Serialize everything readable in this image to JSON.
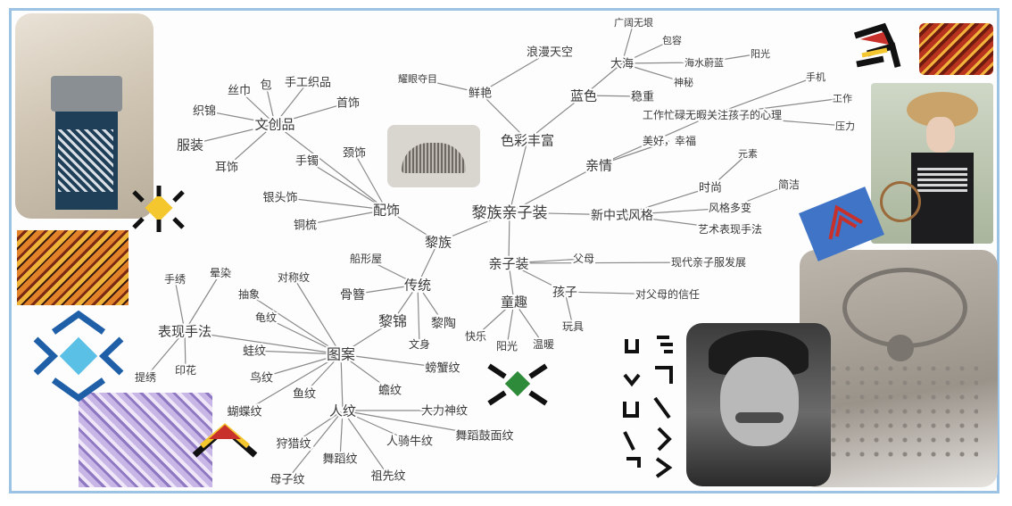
{
  "mindmap": {
    "nodes": [
      {
        "id": "root",
        "label": "黎族亲子装"
      },
      {
        "id": "wenchuang",
        "label": "文创品"
      },
      {
        "id": "zhijin",
        "label": "织锦"
      },
      {
        "id": "fuzhuang",
        "label": "服装"
      },
      {
        "id": "erzhi",
        "label": "耳饰"
      },
      {
        "id": "sijin",
        "label": "丝巾"
      },
      {
        "id": "bao",
        "label": "包"
      },
      {
        "id": "shougong",
        "label": "手工织品"
      },
      {
        "id": "shoushi",
        "label": "首饰"
      },
      {
        "id": "peishi",
        "label": "配饰"
      },
      {
        "id": "jingshi",
        "label": "颈饰"
      },
      {
        "id": "shouzhuo",
        "label": "手镯"
      },
      {
        "id": "yintoushi",
        "label": "银头饰"
      },
      {
        "id": "tongshu",
        "label": "铜梳"
      },
      {
        "id": "secai",
        "label": "色彩丰富"
      },
      {
        "id": "xianyan",
        "label": "鲜艳"
      },
      {
        "id": "yaoyan",
        "label": "耀眼夺目"
      },
      {
        "id": "langman",
        "label": "浪漫天空"
      },
      {
        "id": "lanse",
        "label": "蓝色"
      },
      {
        "id": "dahai",
        "label": "大海"
      },
      {
        "id": "guangkuo",
        "label": "广阔无垠"
      },
      {
        "id": "baorong",
        "label": "包容"
      },
      {
        "id": "shenmi",
        "label": "神秘"
      },
      {
        "id": "haishui",
        "label": "海水蔚蓝"
      },
      {
        "id": "yangguang",
        "label": "阳光"
      },
      {
        "id": "wenzhong",
        "label": "稳重"
      },
      {
        "id": "qinqing",
        "label": "亲情"
      },
      {
        "id": "gongzuo",
        "label": "工作忙碌无暇关注孩子的心理"
      },
      {
        "id": "shouji",
        "label": "手机"
      },
      {
        "id": "gongzuo2",
        "label": "工作"
      },
      {
        "id": "yali",
        "label": "压力"
      },
      {
        "id": "meihao",
        "label": "美好，幸福"
      },
      {
        "id": "xinzhongshi",
        "label": "新中式风格"
      },
      {
        "id": "shishang",
        "label": "时尚"
      },
      {
        "id": "yuansu",
        "label": "元素"
      },
      {
        "id": "fengge",
        "label": "风格多变"
      },
      {
        "id": "jianjie",
        "label": "简洁"
      },
      {
        "id": "yishu",
        "label": "艺术表现手法"
      },
      {
        "id": "xiandai",
        "label": "现代亲子服发展"
      },
      {
        "id": "qinzizhuang",
        "label": "亲子装"
      },
      {
        "id": "fumu",
        "label": "父母"
      },
      {
        "id": "haizi",
        "label": "孩子"
      },
      {
        "id": "xinren",
        "label": "对父母的信任"
      },
      {
        "id": "wanju",
        "label": "玩具"
      },
      {
        "id": "tongqu",
        "label": "童趣"
      },
      {
        "id": "kuaile",
        "label": "快乐"
      },
      {
        "id": "yangguang2",
        "label": "阳光"
      },
      {
        "id": "wennuan",
        "label": "温暖"
      },
      {
        "id": "lizu",
        "label": "黎族"
      },
      {
        "id": "chuantong",
        "label": "传统"
      },
      {
        "id": "chuanxingwu",
        "label": "船形屋"
      },
      {
        "id": "gushi",
        "label": "骨簪"
      },
      {
        "id": "lijin",
        "label": "黎锦"
      },
      {
        "id": "litao",
        "label": "黎陶"
      },
      {
        "id": "wenshen",
        "label": "文身"
      },
      {
        "id": "tuan",
        "label": "图案"
      },
      {
        "id": "biaoxian",
        "label": "表现手法"
      },
      {
        "id": "shouxiu",
        "label": "手绣"
      },
      {
        "id": "ranran",
        "label": "晕染"
      },
      {
        "id": "chouxiang",
        "label": "抽象"
      },
      {
        "id": "duihuawen",
        "label": "对称纹"
      },
      {
        "id": "tixiu",
        "label": "提绣"
      },
      {
        "id": "yinhua",
        "label": "印花"
      },
      {
        "id": "guiwen",
        "label": "龟纹"
      },
      {
        "id": "wawen",
        "label": "蛙纹"
      },
      {
        "id": "niaowen",
        "label": "鸟纹"
      },
      {
        "id": "yuwen",
        "label": "鱼纹"
      },
      {
        "id": "hudiewen",
        "label": "蝴蝶纹"
      },
      {
        "id": "renwen",
        "label": "人纹"
      },
      {
        "id": "chanwen",
        "label": "蟾纹"
      },
      {
        "id": "pangxiewen",
        "label": "螃蟹纹"
      },
      {
        "id": "dali",
        "label": "大力神纹"
      },
      {
        "id": "renqiniu",
        "label": "人骑牛纹"
      },
      {
        "id": "wudao",
        "label": "舞蹈鼓面纹"
      },
      {
        "id": "shouliewen",
        "label": "狩猎纹"
      },
      {
        "id": "wudaowen",
        "label": "舞蹈纹"
      },
      {
        "id": "zuxianwen",
        "label": "祖先纹"
      },
      {
        "id": "muzi",
        "label": "母子纹"
      }
    ],
    "edges": [
      [
        "root",
        "lizu"
      ],
      [
        "root",
        "secai"
      ],
      [
        "root",
        "qinqing"
      ],
      [
        "root",
        "xinzhongshi"
      ],
      [
        "root",
        "qinzizhuang"
      ],
      [
        "lizu",
        "peishi"
      ],
      [
        "lizu",
        "chuantong"
      ],
      [
        "peishi",
        "wenchuang"
      ],
      [
        "peishi",
        "jingshi"
      ],
      [
        "peishi",
        "shouzhuo"
      ],
      [
        "peishi",
        "yintoushi"
      ],
      [
        "peishi",
        "tongshu"
      ],
      [
        "wenchuang",
        "zhijin"
      ],
      [
        "wenchuang",
        "fuzhuang"
      ],
      [
        "wenchuang",
        "erzhi"
      ],
      [
        "wenchuang",
        "sijin"
      ],
      [
        "wenchuang",
        "bao"
      ],
      [
        "wenchuang",
        "shougong"
      ],
      [
        "wenchuang",
        "shoushi"
      ],
      [
        "secai",
        "xianyan"
      ],
      [
        "secai",
        "lanse"
      ],
      [
        "xianyan",
        "yaoyan"
      ],
      [
        "xianyan",
        "langman"
      ],
      [
        "lanse",
        "dahai"
      ],
      [
        "lanse",
        "wenzhong"
      ],
      [
        "dahai",
        "guangkuo"
      ],
      [
        "dahai",
        "baorong"
      ],
      [
        "dahai",
        "haishui"
      ],
      [
        "dahai",
        "shenmi"
      ],
      [
        "haishui",
        "yangguang"
      ],
      [
        "qinqing",
        "gongzuo"
      ],
      [
        "qinqing",
        "meihao"
      ],
      [
        "gongzuo",
        "shouji"
      ],
      [
        "gongzuo",
        "gongzuo2"
      ],
      [
        "gongzuo",
        "yali"
      ],
      [
        "xinzhongshi",
        "shishang"
      ],
      [
        "xinzhongshi",
        "fengge"
      ],
      [
        "xinzhongshi",
        "yishu"
      ],
      [
        "shishang",
        "yuansu"
      ],
      [
        "fengge",
        "jianjie"
      ],
      [
        "qinzizhuang",
        "fumu"
      ],
      [
        "qinzizhuang",
        "xiandai"
      ],
      [
        "qinzizhuang",
        "haizi"
      ],
      [
        "qinzizhuang",
        "tongqu"
      ],
      [
        "haizi",
        "xinren"
      ],
      [
        "haizi",
        "wanju"
      ],
      [
        "tongqu",
        "kuaile"
      ],
      [
        "tongqu",
        "yangguang2"
      ],
      [
        "tongqu",
        "wennuan"
      ],
      [
        "chuantong",
        "chuanxingwu"
      ],
      [
        "chuantong",
        "gushi"
      ],
      [
        "chuantong",
        "lijin"
      ],
      [
        "chuantong",
        "litao"
      ],
      [
        "chuantong",
        "wenshen"
      ],
      [
        "lijin",
        "tuan"
      ],
      [
        "tuan",
        "biaoxian"
      ],
      [
        "tuan",
        "chouxiang"
      ],
      [
        "tuan",
        "duihuawen"
      ],
      [
        "tuan",
        "guiwen"
      ],
      [
        "tuan",
        "wawen"
      ],
      [
        "tuan",
        "niaowen"
      ],
      [
        "tuan",
        "yuwen"
      ],
      [
        "tuan",
        "hudiewen"
      ],
      [
        "tuan",
        "renwen"
      ],
      [
        "tuan",
        "chanwen"
      ],
      [
        "tuan",
        "pangxiewen"
      ],
      [
        "biaoxian",
        "shouxiu"
      ],
      [
        "biaoxian",
        "ranran"
      ],
      [
        "biaoxian",
        "tixiu"
      ],
      [
        "biaoxian",
        "yinhua"
      ],
      [
        "renwen",
        "dali"
      ],
      [
        "renwen",
        "renqiniu"
      ],
      [
        "renwen",
        "wudao"
      ],
      [
        "renwen",
        "shouliewen"
      ],
      [
        "renwen",
        "wudaowen"
      ],
      [
        "renwen",
        "zuxianwen"
      ],
      [
        "renwen",
        "muzi"
      ]
    ]
  },
  "images": [
    {
      "id": "photo-shop-display",
      "subject": "shop-display"
    },
    {
      "id": "photo-bamboo-comb",
      "subject": "comb"
    },
    {
      "id": "photo-woman-hat",
      "subject": "woman-in-hat"
    },
    {
      "id": "photo-silver-necklace",
      "subject": "silver-necklace"
    },
    {
      "id": "photo-elder-woman",
      "subject": "elder-woman"
    },
    {
      "id": "textile-orange",
      "subject": "textile"
    },
    {
      "id": "textile-purple",
      "subject": "textile"
    },
    {
      "id": "textile-red",
      "subject": "textile"
    }
  ],
  "colors": {
    "frame": "#9cc3e3",
    "ink": "#3a3a3a",
    "line": "#8a8a8a",
    "teal": "#1f5fa8",
    "cyan": "#5bc0e6",
    "red": "#c8312b",
    "yellow": "#f4c72f",
    "green": "#2e8b3a"
  }
}
